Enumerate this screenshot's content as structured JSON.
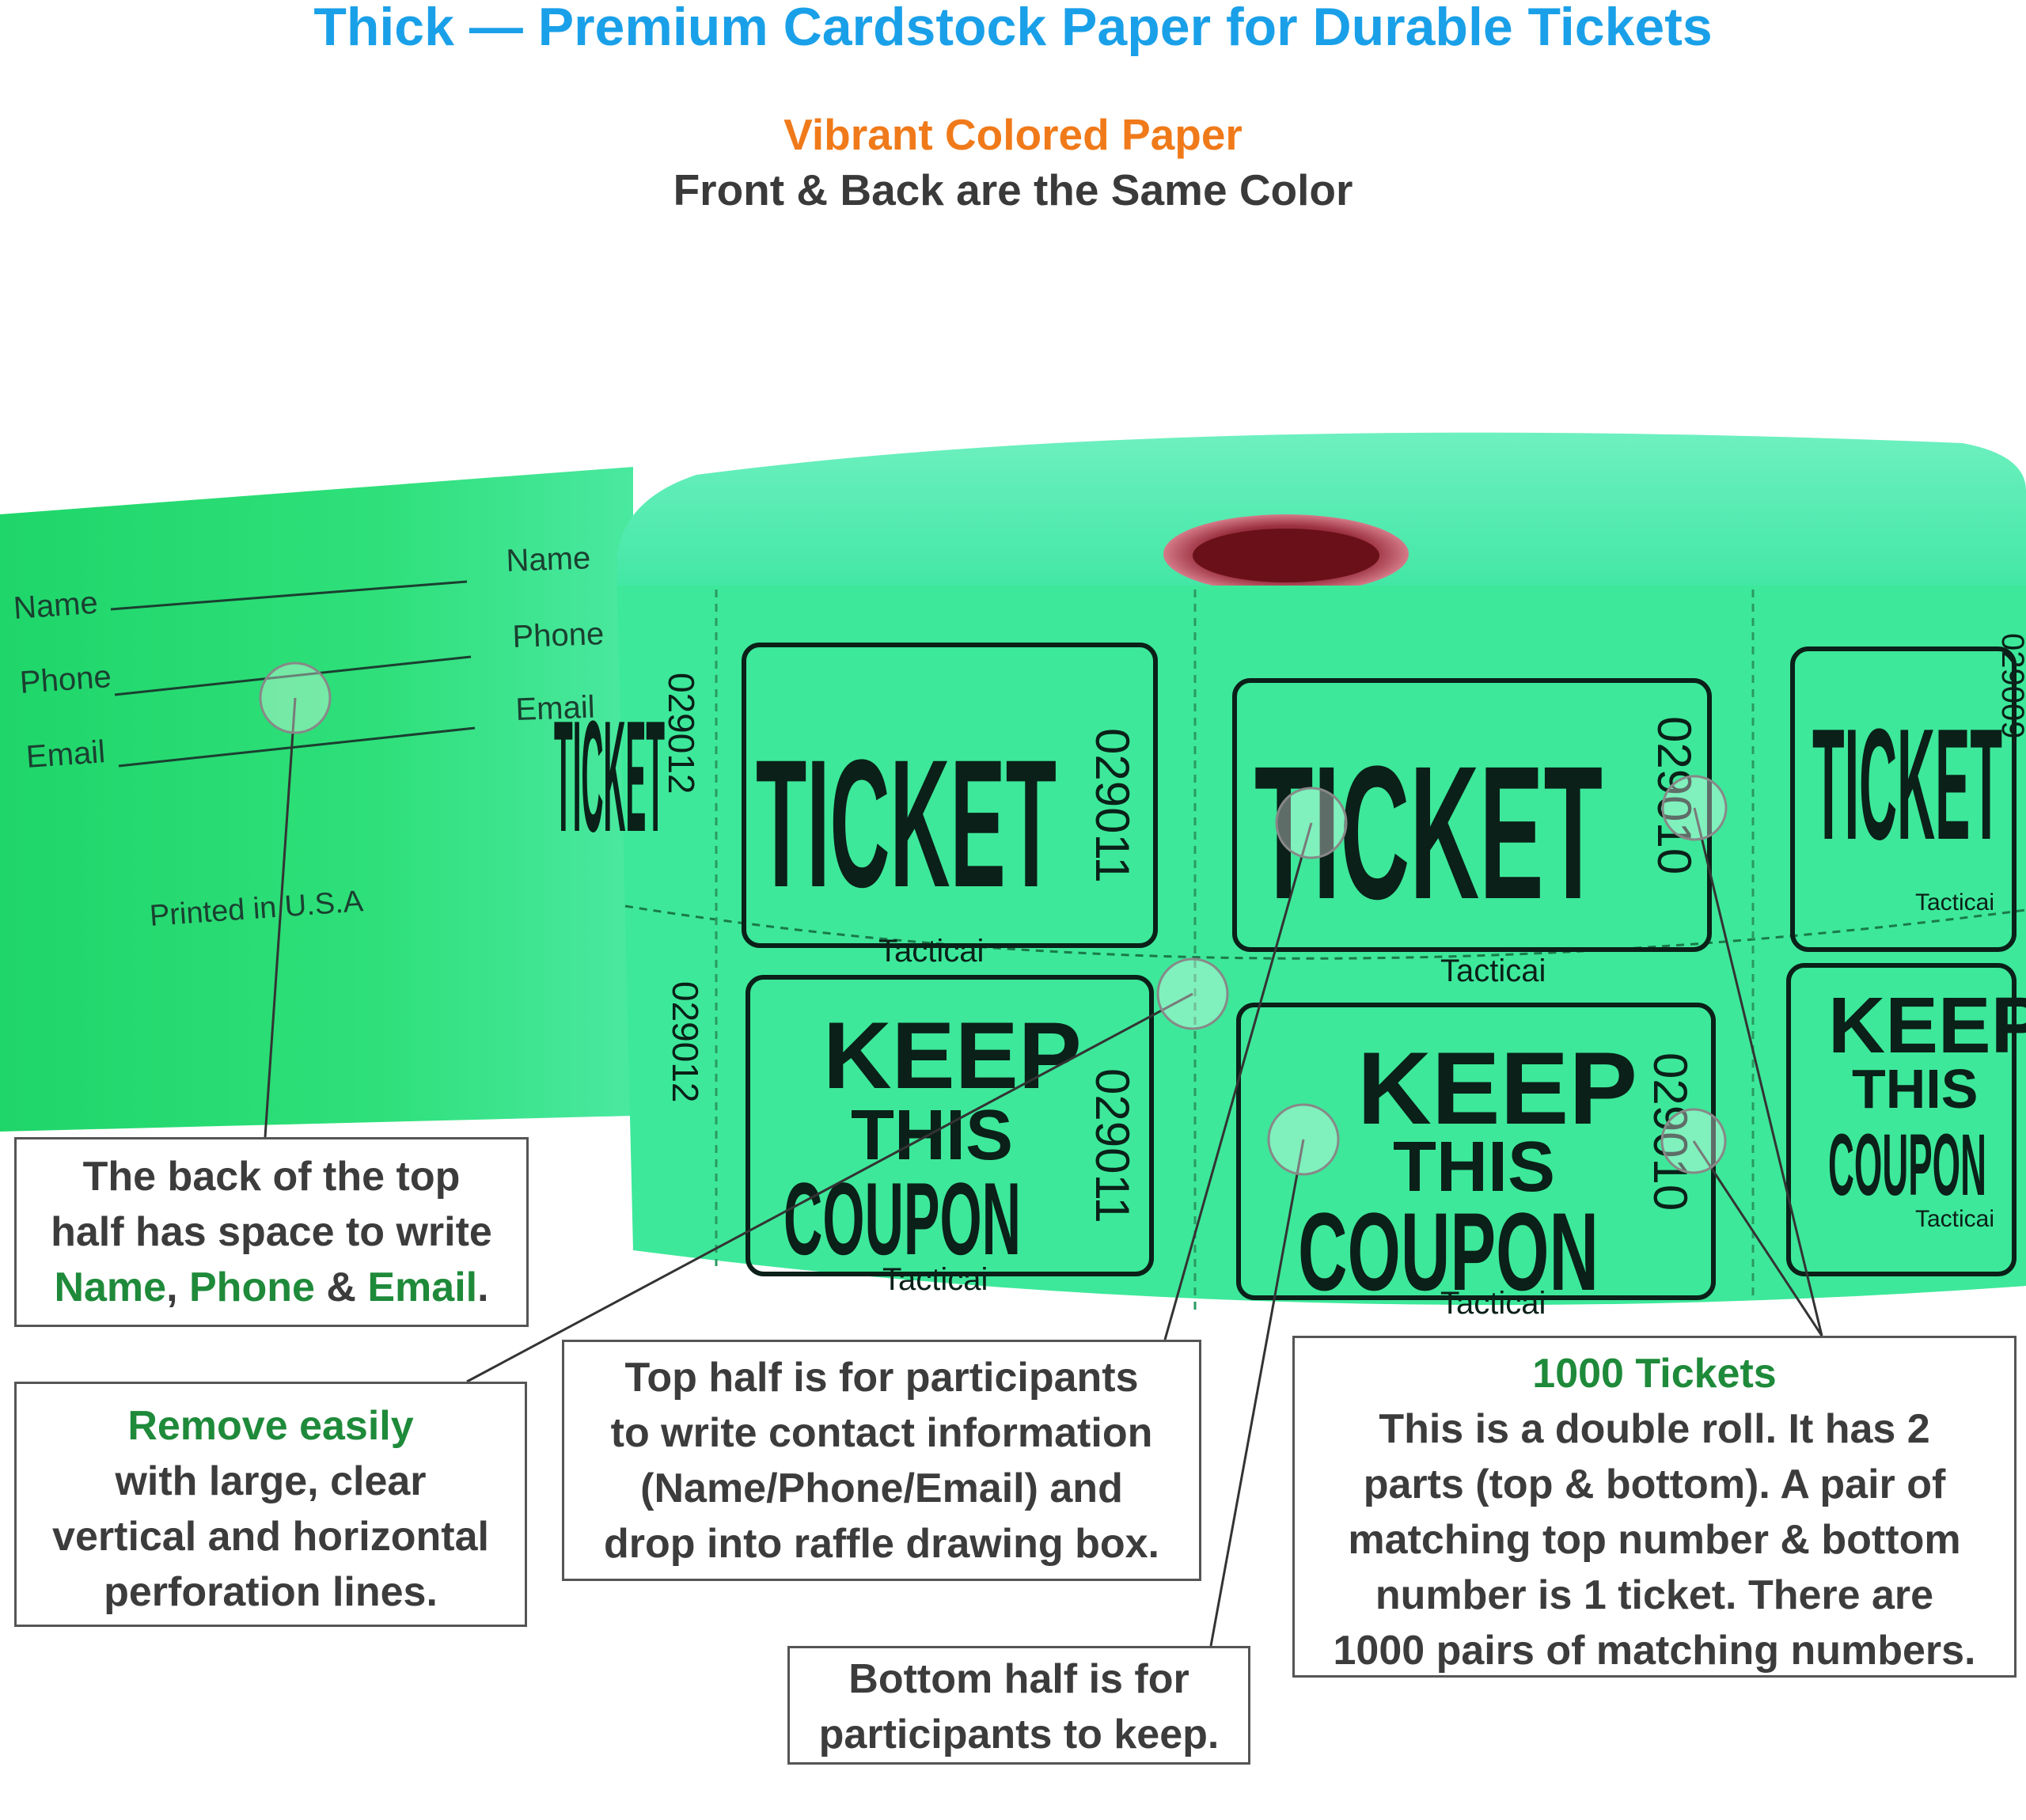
{
  "header": {
    "title": "Thick — Premium Cardstock Paper for Durable Tickets",
    "subtitle_1": "Vibrant Colored Paper",
    "subtitle_2": "Front & Back are the Same Color"
  },
  "colors": {
    "title_blue": "#1aa0e8",
    "subtitle_orange": "#f07a1a",
    "highlight_green": "#1e8a3a",
    "ticket_green": "#3de89a"
  },
  "ticket": {
    "back_fields": [
      "Name",
      "Phone",
      "Email"
    ],
    "printed_in": "Printed in U.S.A",
    "top_word": "TICKET",
    "bottom_words": [
      "KEEP",
      "THIS",
      "COUPON"
    ],
    "brand": "Tacticai",
    "numbers": [
      "029012",
      "029011",
      "029010",
      "029009"
    ]
  },
  "callouts": {
    "back": {
      "line1": "The back of the top",
      "line2": "half has space to write",
      "name": "Name",
      "sep1": ", ",
      "phone": "Phone",
      "sep2": " & ",
      "email": "Email",
      "end": "."
    },
    "remove": {
      "heading": "Remove easily",
      "line1": "with large, clear",
      "line2": "vertical and horizontal",
      "line3": "perforation lines."
    },
    "top_half": {
      "line1": "Top half is for participants",
      "line2": "to write contact information",
      "line3": "(Name/Phone/Email) and",
      "line4": "drop into raffle drawing box."
    },
    "bottom_half": {
      "line1": "Bottom half is for",
      "line2": "participants to keep."
    },
    "tickets": {
      "heading": "1000 Tickets",
      "line1": "This is a double roll. It has 2",
      "line2": "parts (top & bottom). A pair of",
      "line3": "matching top number & bottom",
      "line4": "number is 1 ticket. There are",
      "line5": "1000 pairs of matching numbers."
    }
  }
}
